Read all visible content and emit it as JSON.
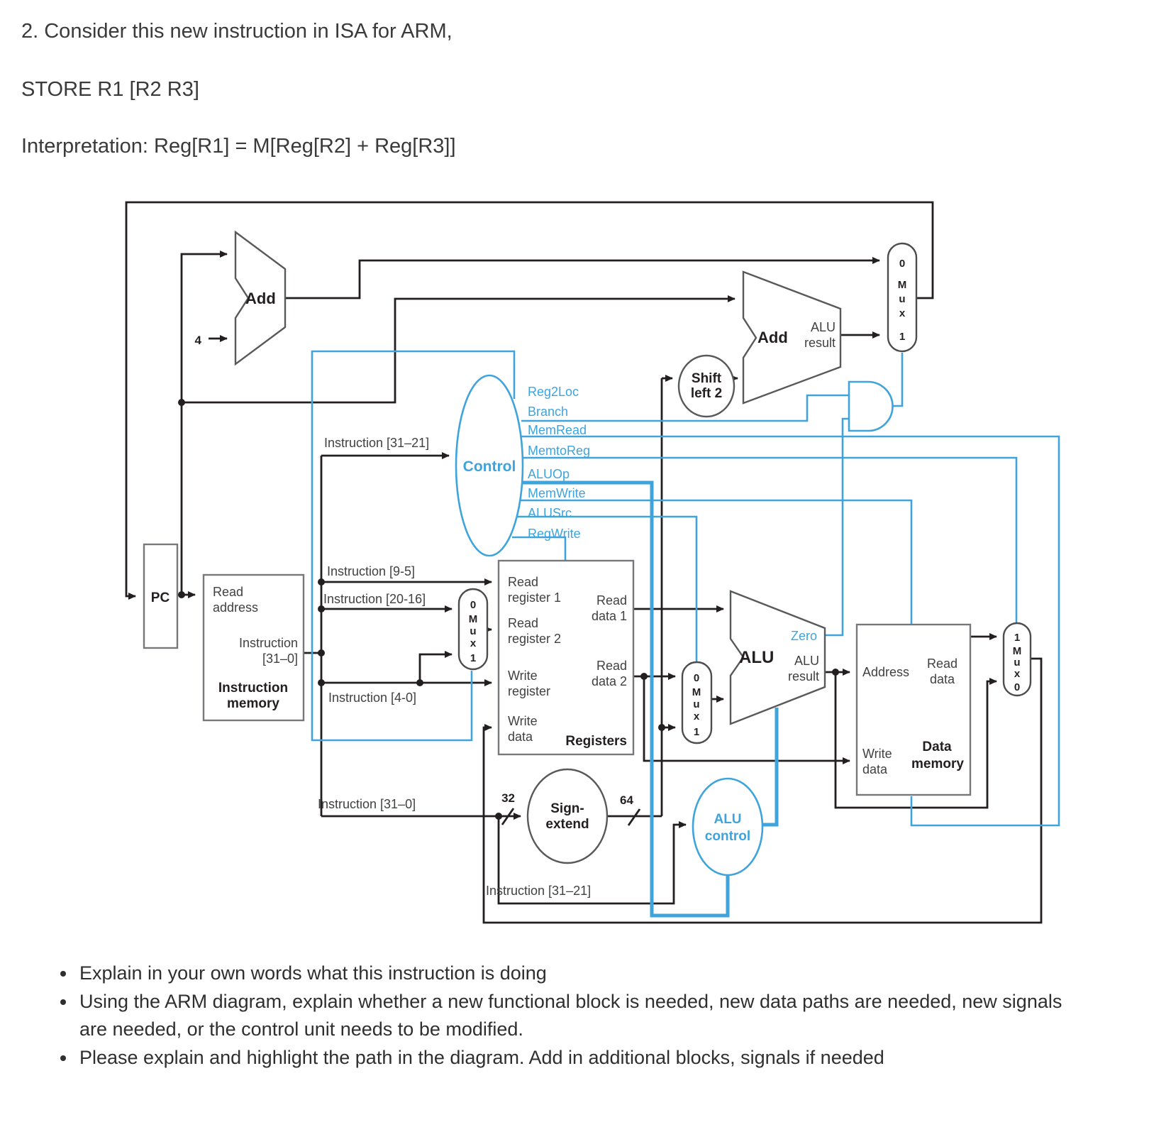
{
  "question": {
    "heading": "2. Consider this new instruction in ISA for ARM,",
    "instruction": "STORE R1 [R2 R3]",
    "interpretation": "Interpretation: Reg[R1] = M[Reg[R2] + Reg[R3]]"
  },
  "tasks": [
    "Explain in your own words what this instruction is doing",
    "Using the ARM diagram, explain whether a new functional block is needed, new data paths are needed, new signals are needed, or the control unit needs to be modified.",
    "Please explain and highlight the path in the diagram. Add in additional blocks, signals if needed"
  ],
  "diagram": {
    "colors": {
      "signal_blue": "#3FA3DC",
      "wire_black": "#231F20",
      "block_stroke": "#77787B",
      "text_dark": "#3B3B3B"
    },
    "pc": "PC",
    "pc_adder": {
      "name": "Add",
      "increment": "4"
    },
    "branch_adder": {
      "name": "Add",
      "out": [
        "ALU",
        "result"
      ]
    },
    "imem": {
      "read_address": [
        "Read",
        "address"
      ],
      "instruction_out": [
        "Instruction",
        "[31–0]"
      ],
      "name": [
        "Instruction",
        "memory"
      ]
    },
    "control": {
      "name": "Control",
      "signals": [
        "Reg2Loc",
        "Branch",
        "MemRead",
        "MemtoReg",
        "ALUOp",
        "MemWrite",
        "ALUSrc",
        "RegWrite"
      ]
    },
    "shift_left_2": [
      "Shift",
      "left 2"
    ],
    "registers": {
      "read_register_1": [
        "Read",
        "register 1"
      ],
      "read_register_2": [
        "Read",
        "register 2"
      ],
      "write_register": [
        "Write",
        "register"
      ],
      "write_data": [
        "Write",
        "data"
      ],
      "read_data_1": [
        "Read",
        "data 1"
      ],
      "read_data_2": [
        "Read",
        "data 2"
      ],
      "name": "Registers"
    },
    "alu": {
      "name": "ALU",
      "zero": "Zero",
      "result": [
        "ALU",
        "result"
      ]
    },
    "sign_extend": {
      "name": [
        "Sign-",
        "extend"
      ],
      "in_bits": "32",
      "out_bits": "64"
    },
    "alu_control": [
      "ALU",
      "control"
    ],
    "dmem": {
      "address": "Address",
      "read_data": [
        "Read",
        "data"
      ],
      "write_data": [
        "Write",
        "data"
      ],
      "name": [
        "Data",
        "memory"
      ]
    },
    "instr_fields": {
      "i31_21": "Instruction [31–21]",
      "i9_5": "Instruction [9-5]",
      "i20_16": "Instruction [20-16]",
      "i4_0": "Instruction [4-0]",
      "i31_0": "Instruction [31–0]",
      "i31_21_b": "Instruction [31–21]"
    },
    "mux": {
      "m": "M",
      "u": "u",
      "x": "x",
      "zero": "0",
      "one": "1"
    }
  }
}
